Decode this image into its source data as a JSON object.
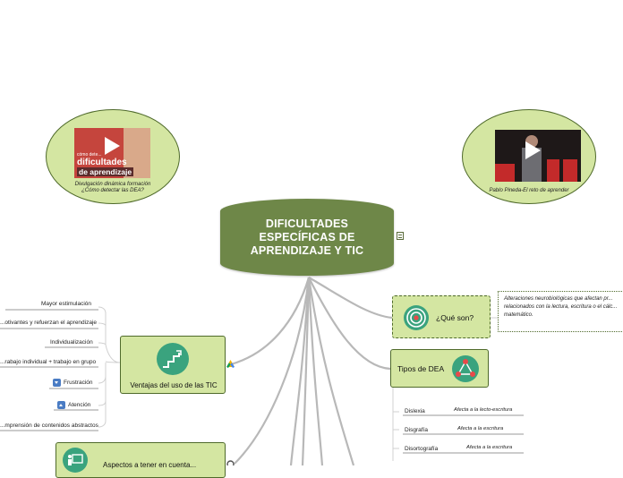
{
  "central": {
    "title": "DIFICULTADES ESPECÍFICAS DE APRENDIZAJE Y TIC"
  },
  "videos": [
    {
      "thumb_text": "cómo dete...",
      "thumb_title_1": "dificultades",
      "thumb_title_2": "de aprendizaje",
      "caption_1": "Divulgación dinámica formación",
      "caption_2": "¿Cómo detectar las DEA?"
    },
    {
      "caption_1": "Pablo Pineda-El reto de aprender"
    }
  ],
  "que_son": {
    "title": "¿Qué son?",
    "description": "Alteraciones neurobiológicas que afectan pr... relacionados con la lectura, escritura o el cálc... matemático."
  },
  "tipos": {
    "title": "Tipos de DEA",
    "items": [
      {
        "name": "Dislexia",
        "desc": "Afecta a la lecto-escritura"
      },
      {
        "name": "Disgrafía",
        "desc": "Afecta a la escritura"
      },
      {
        "name": "Disortografía",
        "desc": "Afecta a la escritura"
      }
    ]
  },
  "ventajas": {
    "title": "Ventajas del uso de las TIC",
    "items": [
      "Mayor estimulación",
      "...otivantes y refuerzan el aprendizaje",
      "Individualización",
      "...rabajo individual + trabajo en grupo",
      "Frustración",
      "Atención",
      "...mprensión de contenidos abstractos"
    ]
  },
  "bottom_topic": {
    "title": "Aspectos a tener en cuenta..."
  },
  "colors": {
    "branch": "#4f6a2b",
    "topic_fill": "#d4e6a2",
    "central_fill": "#6e8748",
    "icon_teal": "#3aa37e"
  }
}
